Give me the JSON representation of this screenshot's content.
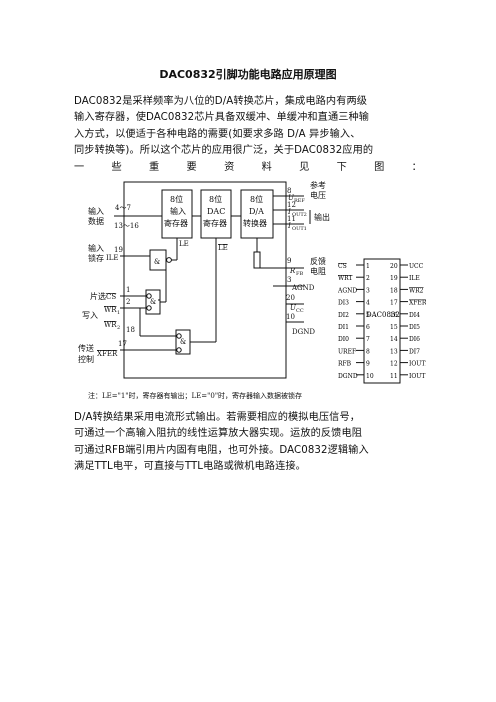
{
  "title": "DAC0832引脚功能电路应用原理图",
  "para1": {
    "lines": [
      "DAC0832是采样频率为八位的D/A转换芯片，集成电路内有两级",
      "输入寄存器，使DAC0832芯片具备双缓冲、单缓冲和直通三种输",
      "入方式，以便适于各种电路的需要(如要求多路 D/A 异步输入、",
      "同步转换等)。所以这个芯片的应用很广泛，关于DAC0832应用的"
    ],
    "spread": [
      "一",
      "些",
      "重",
      "要",
      "资",
      "料",
      "见",
      "下",
      "图",
      "："
    ]
  },
  "diagram": {
    "in_label1": "输入",
    "in_label2": "数据",
    "in_pins1": "4～7",
    "in_pins2": "13～16",
    "ile_label1": "输入",
    "ile_label2": "锁存",
    "ile_pin": "19",
    "ile": "ILE",
    "cs_label": "片选",
    "cs": "CS",
    "cs_pin": "1",
    "wr_label": "写入",
    "wr1": "WR",
    "wr1_sub": "1",
    "wr1_pin": "2",
    "wr2": "WR",
    "wr2_sub": "2",
    "wr2_pin": "18",
    "xfer_label1": "传送",
    "xfer_label2": "控制",
    "xfer": "XFER",
    "xfer_pin": "17",
    "reg1": [
      "8位",
      "输入",
      "寄存器"
    ],
    "reg2": [
      "8位",
      "DAC",
      "寄存器"
    ],
    "reg3": [
      "8位",
      "D/A",
      "转换器"
    ],
    "le": "LE",
    "and": "&",
    "vref_pin": "8",
    "vref": "U",
    "vref_sub": "REF",
    "ref_label1": "参考",
    "ref_label2": "电压",
    "iout2_pin": "12",
    "iout2": "I",
    "iout2_sub": "OUT2",
    "iout1_pin": "11",
    "iout1": "I",
    "iout1_sub": "OUT1",
    "out_label": "输出",
    "rfb_pin": "9",
    "rfb": "R",
    "rfb_sub": "FB",
    "fb_label1": "反馈",
    "fb_label2": "电阻",
    "agnd_pin": "3",
    "agnd": "AGND",
    "ucc_pin": "20",
    "ucc": "U",
    "ucc_sub": "CC",
    "dgnd_pin": "10",
    "dgnd": "DGND",
    "note": "注：LE=\"1\"时，寄存器有输出；LE=\"0\"时，寄存器输入数据被锁存"
  },
  "pinout": {
    "chip": "DAC0832",
    "left": [
      {
        "n": "1",
        "label": "CS",
        "over": true
      },
      {
        "n": "2",
        "label": "WR1",
        "over": true
      },
      {
        "n": "3",
        "label": "AGND",
        "over": false
      },
      {
        "n": "4",
        "label": "DI3",
        "over": false
      },
      {
        "n": "5",
        "label": "DI2",
        "over": false
      },
      {
        "n": "6",
        "label": "DI1",
        "over": false
      },
      {
        "n": "7",
        "label": "DI0",
        "over": false
      },
      {
        "n": "8",
        "label": "UREF",
        "over": false
      },
      {
        "n": "9",
        "label": "RFB",
        "over": false
      },
      {
        "n": "10",
        "label": "DGND",
        "over": false
      }
    ],
    "right": [
      {
        "n": "20",
        "label": "UCC",
        "over": false
      },
      {
        "n": "19",
        "label": "ILE",
        "over": false
      },
      {
        "n": "18",
        "label": "WR2",
        "over": true
      },
      {
        "n": "17",
        "label": "XFER",
        "over": true
      },
      {
        "n": "16",
        "label": "DI4",
        "over": false
      },
      {
        "n": "15",
        "label": "DI5",
        "over": false
      },
      {
        "n": "14",
        "label": "DI6",
        "over": false
      },
      {
        "n": "13",
        "label": "DI7",
        "over": false
      },
      {
        "n": "12",
        "label": "IOUT2",
        "over": false
      },
      {
        "n": "11",
        "label": "IOUT1",
        "over": false
      }
    ]
  },
  "para2": {
    "lines": [
      "D/A转换结果采用电流形式输出。若需要相应的模拟电压信号，",
      "可通过一个高输入阻抗的线性运算放大器实现。运放的反馈电阻",
      "可通过RFB端引用片内固有电阻，也可外接。DAC0832逻辑输入",
      "满足TTL电平，可直接与TTL电路或微机电路连接。"
    ]
  }
}
